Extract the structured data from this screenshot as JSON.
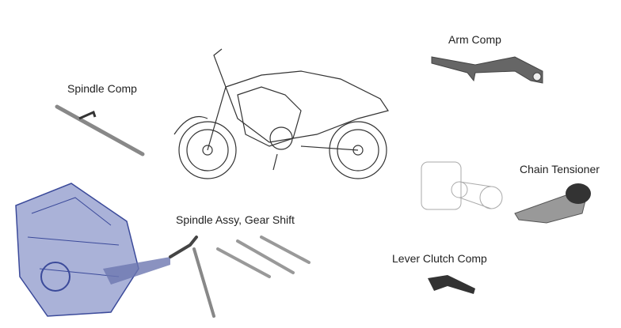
{
  "labels": {
    "spindle_comp": "Spindle Comp",
    "arm_comp": "Arm Comp",
    "chain_tensioner": "Chain Tensioner",
    "spindle_assy": "Spindle Assy, Gear Shift",
    "lever_clutch": "Lever Clutch Comp"
  },
  "colors": {
    "engine": "#3b4a9a",
    "part": "#777777",
    "line": "#333333"
  }
}
